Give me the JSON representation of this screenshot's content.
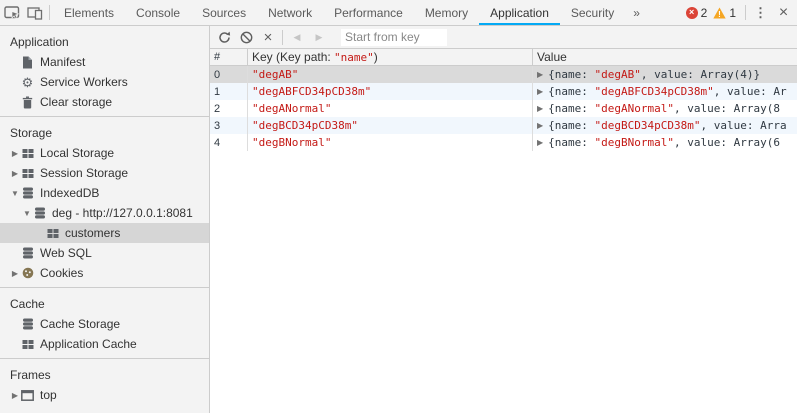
{
  "tab_bar": {
    "tabs": [
      "Elements",
      "Console",
      "Sources",
      "Network",
      "Performance",
      "Memory",
      "Application",
      "Security"
    ],
    "selected_tab": "Application",
    "overflow_label": "»",
    "error_count": "2",
    "warning_count": "1"
  },
  "icons": {
    "tri_collapsed": "▶",
    "tri_expanded": "▼",
    "gear": "⚙",
    "back": "◀",
    "forward": "▶",
    "delete": "×",
    "kebab": "⋮",
    "close": "×",
    "error_x": "×",
    "warning_mark": "!"
  },
  "sidebar": {
    "sections": [
      {
        "title": "Application",
        "items": [
          {
            "label": "Manifest"
          },
          {
            "label": "Service Workers"
          },
          {
            "label": "Clear storage"
          }
        ]
      },
      {
        "title": "Storage",
        "items": [
          {
            "label": "Local Storage"
          },
          {
            "label": "Session Storage"
          },
          {
            "label": "IndexedDB"
          },
          {
            "label": "deg - http://127.0.0.1:8081"
          },
          {
            "label": "customers"
          },
          {
            "label": "Web SQL"
          },
          {
            "label": "Cookies"
          }
        ]
      },
      {
        "title": "Cache",
        "items": [
          {
            "label": "Cache Storage"
          },
          {
            "label": "Application Cache"
          }
        ]
      },
      {
        "title": "Frames",
        "items": [
          {
            "label": "top"
          }
        ]
      }
    ],
    "selected_item": "customers"
  },
  "main": {
    "toolbar": {
      "start_from_key_placeholder": "Start from key"
    },
    "grid": {
      "header": {
        "index": "#",
        "key_prefix": "Key (Key path: ",
        "key_path": "\"name\"",
        "key_suffix": ")",
        "value": "Value"
      },
      "rows": [
        {
          "index": "0",
          "key": "\"degAB\"",
          "value_pre": "{name: ",
          "value_name": "\"degAB\"",
          "value_rest": ", value: Array(4)}"
        },
        {
          "index": "1",
          "key": "\"degABFCD34pCD38m\"",
          "value_pre": "{name: ",
          "value_name": "\"degABFCD34pCD38m\"",
          "value_rest": ", value: Ar"
        },
        {
          "index": "2",
          "key": "\"degANormal\"",
          "value_pre": "{name: ",
          "value_name": "\"degANormal\"",
          "value_rest": ", value: Array(8"
        },
        {
          "index": "3",
          "key": "\"degBCD34pCD38m\"",
          "value_pre": "{name: ",
          "value_name": "\"degBCD34pCD38m\"",
          "value_rest": ", value: Arra"
        },
        {
          "index": "4",
          "key": "\"degBNormal\"",
          "value_pre": "{name: ",
          "value_name": "\"degBNormal\"",
          "value_rest": ", value: Array(6"
        }
      ],
      "selected_row_index": "0"
    }
  },
  "colors": {
    "accent_blue": "#03a9f4",
    "string_red": "#c41a16",
    "error_red": "#db4437",
    "warning_yellow": "#f5a623",
    "selection_gray": "#dadada",
    "row_alt_blue": "#f1f7fd",
    "toolbar_gray": "#f3f3f3"
  }
}
